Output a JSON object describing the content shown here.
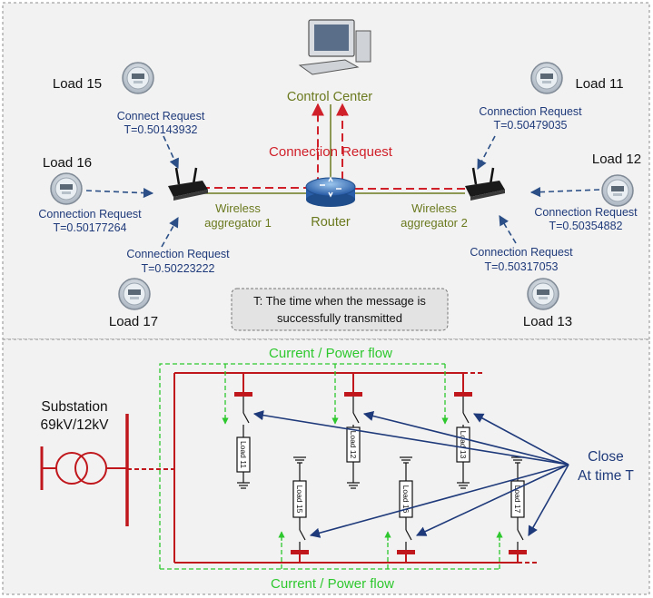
{
  "network": {
    "control_center": "Control Center",
    "connection_request": "Connection Request",
    "router": "Router",
    "aggregator1": [
      "Wireless",
      "aggregator 1"
    ],
    "aggregator2": [
      "Wireless",
      "aggregator 2"
    ],
    "loads": [
      {
        "id": "l15",
        "name": "Load 15",
        "msg": "Connect Request",
        "t": "T=0.50143932"
      },
      {
        "id": "l16",
        "name": "Load 16",
        "msg": "Connection Request",
        "t": "T=0.50177264"
      },
      {
        "id": "l17",
        "name": "Load 17",
        "msg": "Connection Request",
        "t": "T=0.50223222"
      },
      {
        "id": "l11",
        "name": "Load 11",
        "msg": "Connection Request",
        "t": "T=0.50479035"
      },
      {
        "id": "l12",
        "name": "Load 12",
        "msg": "Connection Request",
        "t": "T=0.50354882"
      },
      {
        "id": "l13",
        "name": "Load 13",
        "msg": "Connection Request",
        "t": "T=0.50317053"
      }
    ],
    "note": [
      "T: The time when the message is",
      "successfully transmitted"
    ]
  },
  "power": {
    "substation": [
      "Substation",
      "69kV/12kV"
    ],
    "flow_top": "Current / Power flow",
    "flow_bottom": "Current / Power flow",
    "close": [
      "Close",
      "At time T"
    ],
    "top_loads": [
      "Load 11",
      "Load 12",
      "Load 13"
    ],
    "bottom_loads": [
      "Load 15",
      "Load 16",
      "Load 17"
    ]
  },
  "colors": {
    "red": "#c0171c",
    "green": "#2ec82e",
    "olive": "#6b7a1f",
    "navy": "#1f3a7a",
    "blue_dash": "#2b4f86"
  }
}
